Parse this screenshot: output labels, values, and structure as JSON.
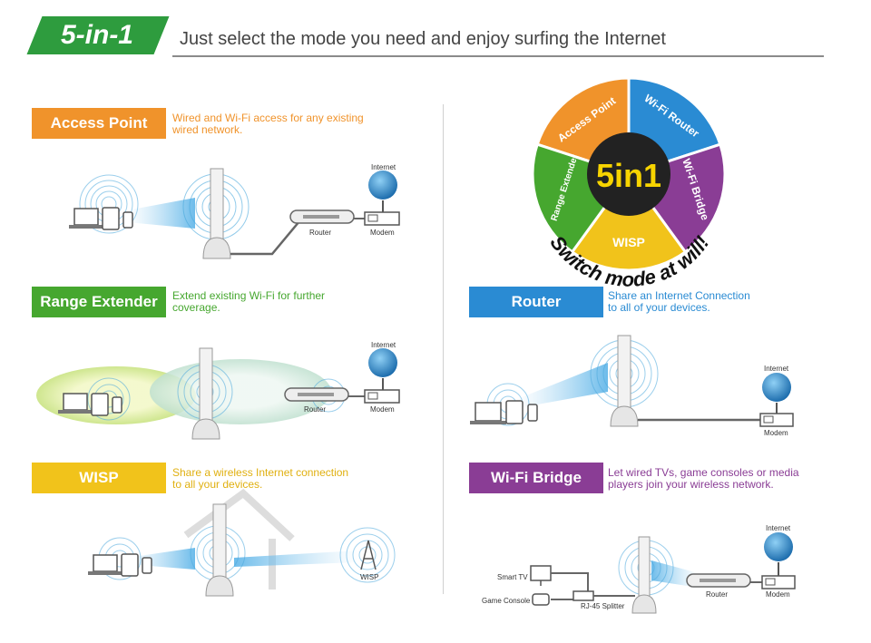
{
  "header": {
    "badge": "5-in-1",
    "tagline": "Just select the mode you need and enjoy surfing the Internet"
  },
  "modes": {
    "access_point": {
      "title": "Access Point",
      "desc": "Wired and Wi-Fi access for any existing\nwired network.",
      "color": "#f0932b"
    },
    "range_extender": {
      "title": "Range Extender",
      "desc": "Extend existing Wi-Fi for further\ncoverage.",
      "color": "#46a72f"
    },
    "wisp": {
      "title": "WISP",
      "desc": "Share a wireless Internet connection\nto all your devices.",
      "color": "#f1c31b"
    },
    "router": {
      "title": "Router",
      "desc": "Share an Internet Connection\nto all of your devices.",
      "color": "#2a8bd3"
    },
    "wifi_bridge": {
      "title": "Wi-Fi Bridge",
      "desc": "Let wired TVs, game consoles or media\nplayers join your wireless network.",
      "color": "#8a3d95"
    }
  },
  "wheel": {
    "center": "5in1",
    "slogan": "Switch mode at will!",
    "segments": [
      "Access Point",
      "Wi-Fi Router",
      "Wi-Fi Bridge",
      "WISP",
      "Range Extender"
    ]
  },
  "device_labels": {
    "internet": "Internet",
    "router": "Router",
    "modem": "Modem",
    "wisp": "WISP",
    "smart_tv": "Smart TV",
    "game_console": "Game Console",
    "splitter": "RJ-45 Splitter"
  }
}
